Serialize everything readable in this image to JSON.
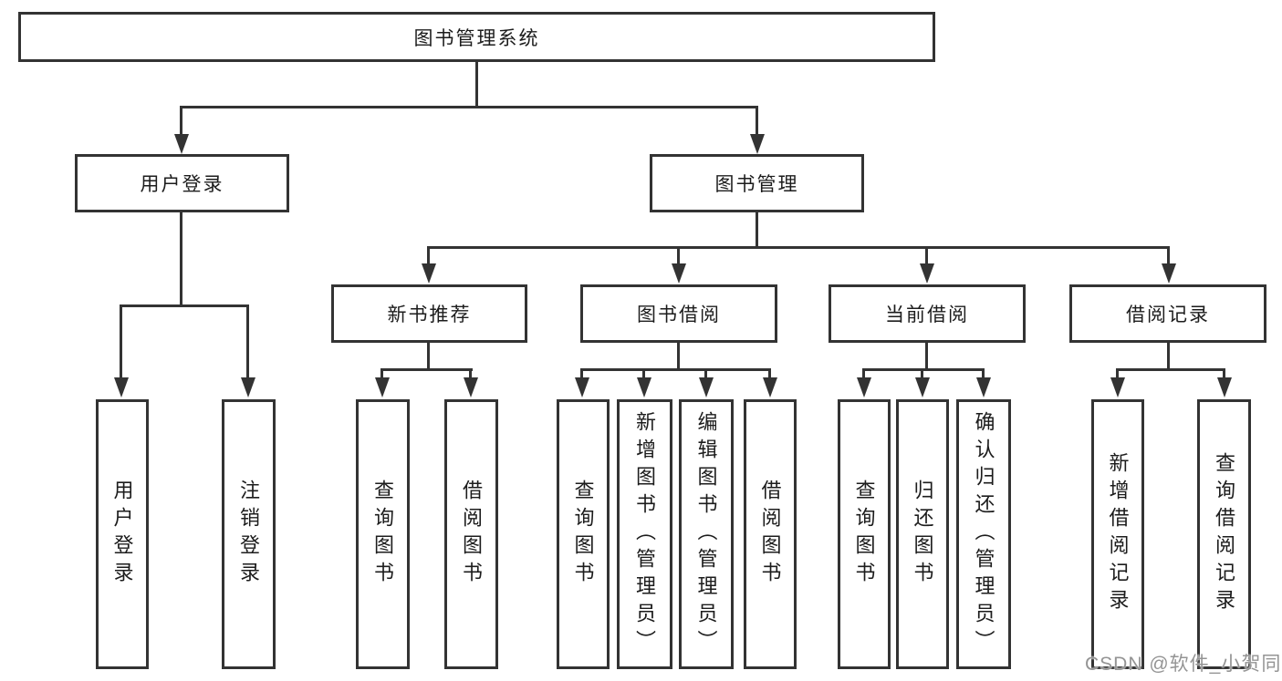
{
  "tree": {
    "label": "图书管理系统",
    "children": [
      {
        "label": "用户登录",
        "children": [
          {
            "label": "用户登录"
          },
          {
            "label": "注销登录"
          }
        ]
      },
      {
        "label": "图书管理",
        "children": [
          {
            "label": "新书推荐",
            "children": [
              {
                "label": "查询图书"
              },
              {
                "label": "借阅图书"
              }
            ]
          },
          {
            "label": "图书借阅",
            "children": [
              {
                "label": "查询图书"
              },
              {
                "label": "新增图书（管理员）"
              },
              {
                "label": "编辑图书（管理员）"
              },
              {
                "label": "借阅图书"
              }
            ]
          },
          {
            "label": "当前借阅",
            "children": [
              {
                "label": "查询图书"
              },
              {
                "label": "归还图书"
              },
              {
                "label": "确认归还（管理员）"
              }
            ]
          },
          {
            "label": "借阅记录",
            "children": [
              {
                "label": "新增借阅记录"
              },
              {
                "label": "查询借阅记录"
              }
            ]
          }
        ]
      }
    ]
  },
  "watermark": {
    "text": "CSDN @软件_小贺同学"
  },
  "colors": {
    "line": "#333333",
    "text": "#1c1c1c",
    "watermark": "#949494",
    "background": "#ffffff"
  }
}
